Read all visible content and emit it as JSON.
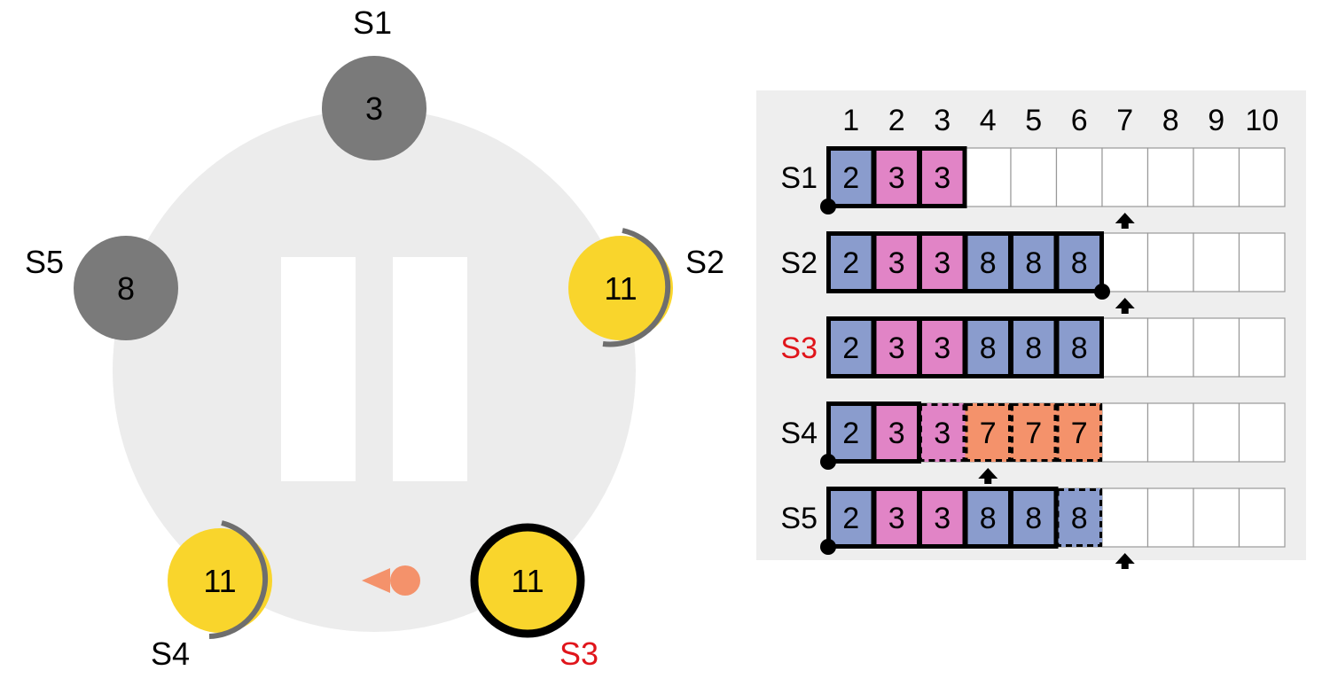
{
  "cluster": {
    "servers": [
      {
        "id": "S1",
        "term": "3",
        "state": "down"
      },
      {
        "id": "S2",
        "term": "11",
        "state": "candidate"
      },
      {
        "id": "S3",
        "term": "11",
        "state": "leader"
      },
      {
        "id": "S4",
        "term": "11",
        "state": "candidate"
      },
      {
        "id": "S5",
        "term": "8",
        "state": "down"
      }
    ],
    "paused": true,
    "message": {
      "from": "S3",
      "to": "S4",
      "color": "#f4926b"
    }
  },
  "log_panel": {
    "indices": [
      "1",
      "2",
      "3",
      "4",
      "5",
      "6",
      "7",
      "8",
      "9",
      "10"
    ],
    "rows": [
      {
        "label": "S1",
        "highlight": false,
        "entries": [
          {
            "term": "2",
            "color": "blue"
          },
          {
            "term": "3",
            "color": "pink"
          },
          {
            "term": "3",
            "color": "pink"
          }
        ],
        "tentative": [
          false,
          false,
          false
        ],
        "commit_marker": 0,
        "next_arrow": 7
      },
      {
        "label": "S2",
        "highlight": false,
        "entries": [
          {
            "term": "2",
            "color": "blue"
          },
          {
            "term": "3",
            "color": "pink"
          },
          {
            "term": "3",
            "color": "pink"
          },
          {
            "term": "8",
            "color": "blue"
          },
          {
            "term": "8",
            "color": "blue"
          },
          {
            "term": "8",
            "color": "blue"
          }
        ],
        "tentative": [
          false,
          false,
          false,
          false,
          false,
          false
        ],
        "commit_marker": 6,
        "next_arrow": 7
      },
      {
        "label": "S3",
        "highlight": true,
        "entries": [
          {
            "term": "2",
            "color": "blue"
          },
          {
            "term": "3",
            "color": "pink"
          },
          {
            "term": "3",
            "color": "pink"
          },
          {
            "term": "8",
            "color": "blue"
          },
          {
            "term": "8",
            "color": "blue"
          },
          {
            "term": "8",
            "color": "blue"
          }
        ],
        "tentative": [
          false,
          false,
          false,
          false,
          false,
          false
        ],
        "commit_marker": null,
        "next_arrow": null
      },
      {
        "label": "S4",
        "highlight": false,
        "entries": [
          {
            "term": "2",
            "color": "blue"
          },
          {
            "term": "3",
            "color": "pink"
          },
          {
            "term": "3",
            "color": "pink"
          },
          {
            "term": "7",
            "color": "orange"
          },
          {
            "term": "7",
            "color": "orange"
          },
          {
            "term": "7",
            "color": "orange"
          }
        ],
        "tentative": [
          false,
          false,
          true,
          true,
          true,
          true
        ],
        "commit_marker": 0,
        "next_arrow": 4
      },
      {
        "label": "S5",
        "highlight": false,
        "entries": [
          {
            "term": "2",
            "color": "blue"
          },
          {
            "term": "3",
            "color": "pink"
          },
          {
            "term": "3",
            "color": "pink"
          },
          {
            "term": "8",
            "color": "blue"
          },
          {
            "term": "8",
            "color": "blue"
          },
          {
            "term": "8",
            "color": "blue"
          }
        ],
        "tentative": [
          false,
          false,
          false,
          false,
          false,
          true
        ],
        "commit_marker": 0,
        "next_arrow": 7
      }
    ]
  },
  "colors": {
    "blue": "#8a9ccd",
    "pink": "#e184c6",
    "orange": "#f4926b",
    "candidate": "#f9d52c",
    "down": "#7a7a7a",
    "highlight_text": "#e0151b",
    "panel_bg": "#eeeeee"
  }
}
